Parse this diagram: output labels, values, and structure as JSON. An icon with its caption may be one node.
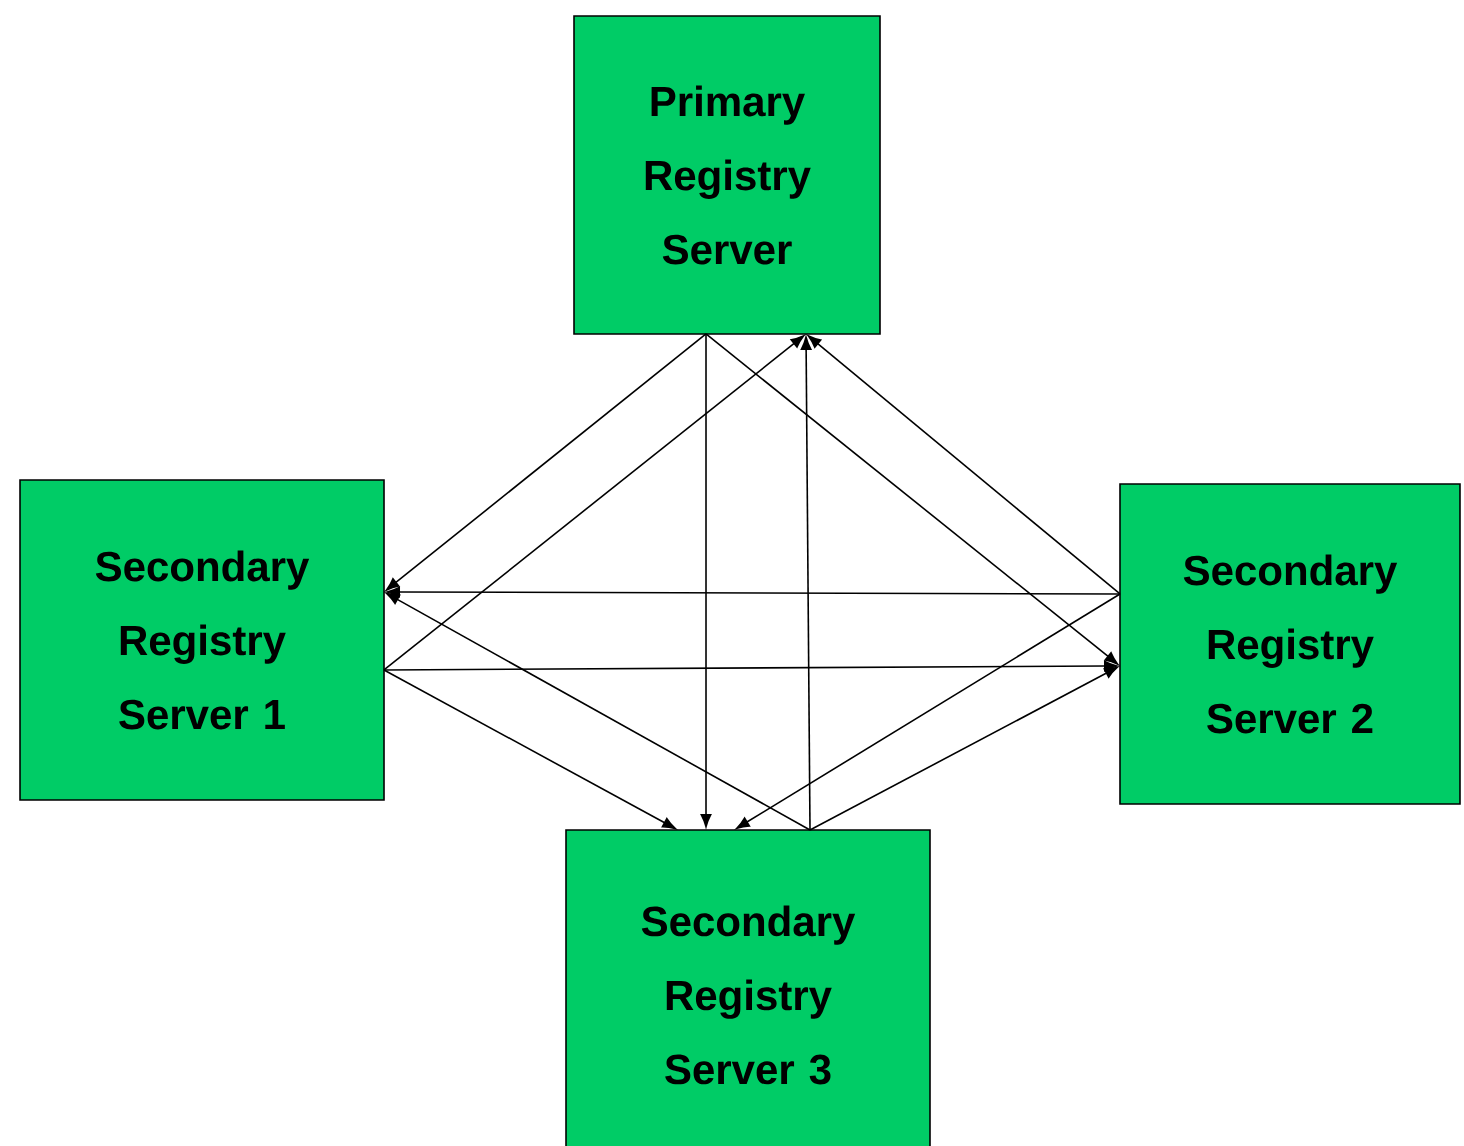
{
  "diagram": {
    "nodes": [
      {
        "text": [
          "Primary Registry Server"
        ]
      },
      {
        "text": [
          "Secondary Registry Server 1"
        ]
      },
      {
        "text": [
          "Secondary Registry Server 2"
        ]
      },
      {
        "text": [
          "Secondary Registry Server 3"
        ]
      }
    ],
    "edges": [
      {
        "from": 0,
        "to": 1,
        "arrow": "to"
      },
      {
        "from": 0,
        "to": 3,
        "arrow": "to"
      },
      {
        "from": 0,
        "to": 2,
        "arrow": "to"
      },
      {
        "from": 1,
        "to": 0,
        "arrow": "to"
      },
      {
        "from": 1,
        "to": 2,
        "arrow": "to"
      },
      {
        "from": 1,
        "to": 3,
        "arrow": "to"
      },
      {
        "from": 2,
        "to": 0,
        "arrow": "to"
      },
      {
        "from": 2,
        "to": 1,
        "arrow": "to"
      },
      {
        "from": 2,
        "to": 3,
        "arrow": "to"
      },
      {
        "from": 3,
        "to": 0,
        "arrow": "to"
      },
      {
        "from": 3,
        "to": 1,
        "arrow": "to"
      },
      {
        "from": 3,
        "to": 2,
        "arrow": "to"
      }
    ]
  }
}
